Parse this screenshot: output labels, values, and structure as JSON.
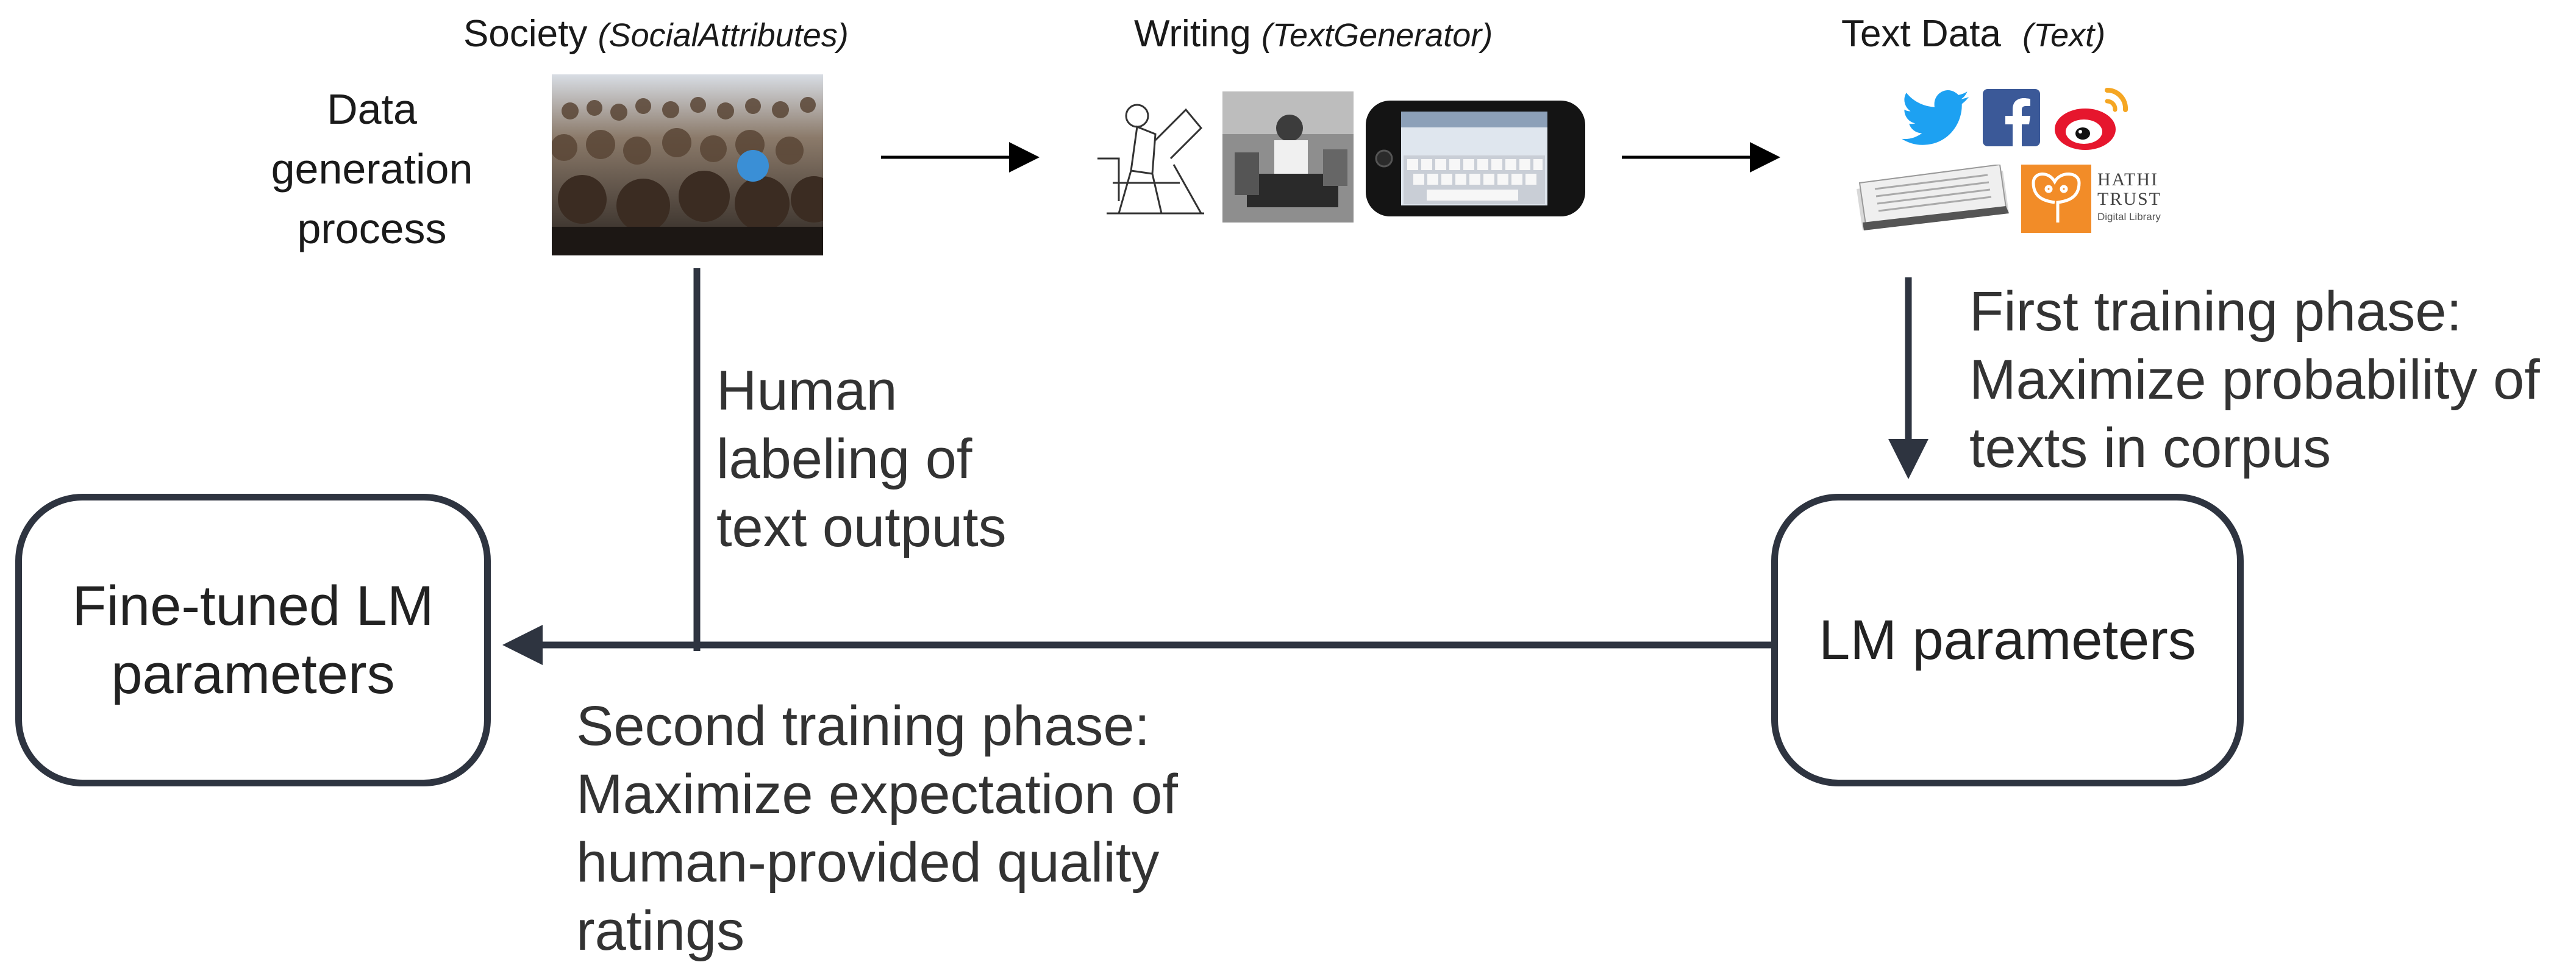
{
  "top": {
    "data_process_label": "Data generation process",
    "society": {
      "title": "Society",
      "sub": "(SocialAttributes)"
    },
    "writing": {
      "title": "Writing",
      "sub": "(TextGenerator)"
    },
    "text_data": {
      "title": "Text Data",
      "sub": "(Text)"
    },
    "hathi": {
      "line1": "HATHI",
      "line2": "TRUST",
      "line3": "Digital Library"
    }
  },
  "captions": {
    "human_labeling": [
      "Human",
      "labeling of",
      "text outputs"
    ],
    "first_phase": [
      "First training phase:",
      "Maximize probability of",
      "texts in corpus"
    ],
    "second_phase": [
      "Second training phase:",
      "Maximize expectation of",
      "human-provided quality",
      "ratings"
    ]
  },
  "boxes": {
    "finetuned": [
      "Fine-tuned LM",
      "parameters"
    ],
    "lm": "LM parameters"
  },
  "colors": {
    "line": "#2e3440",
    "twitter": "#1da1f2",
    "facebook": "#3b5998",
    "weibo": "#e6162d",
    "hathi": "#f28c28"
  }
}
